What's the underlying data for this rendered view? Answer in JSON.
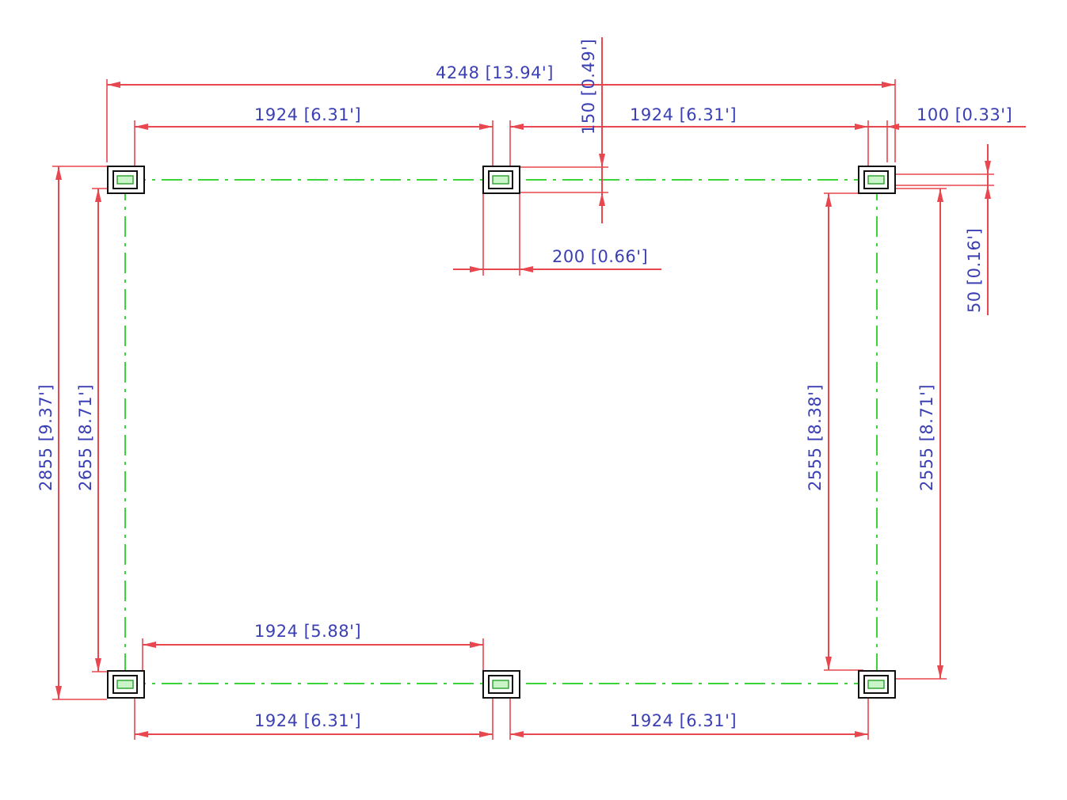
{
  "colors": {
    "dimension": "#e8474f",
    "text": "#3b3fb4",
    "grid": "#3bd43b",
    "footing": "#111111"
  },
  "dimensions": {
    "overall_width": "4248  [13.94']",
    "top_left_span": "1924  [6.31']",
    "top_right_span": "1924  [6.31']",
    "top_offset_vertical": "150  [0.49']",
    "edge_offset": "100  [0.33']",
    "footing_width": "200  [0.66']",
    "footing_half_height": "50  [0.16']",
    "overall_height_left": "2855  [9.37']",
    "grid_height_left": "2655  [8.71']",
    "inner_height_right": "2555  [8.38']",
    "outer_height_right": "2555  [8.71']",
    "bottom_inner_span": "1924  [5.88']",
    "bottom_left_span": "1924  [6.31']",
    "bottom_right_span": "1924  [6.31']"
  }
}
